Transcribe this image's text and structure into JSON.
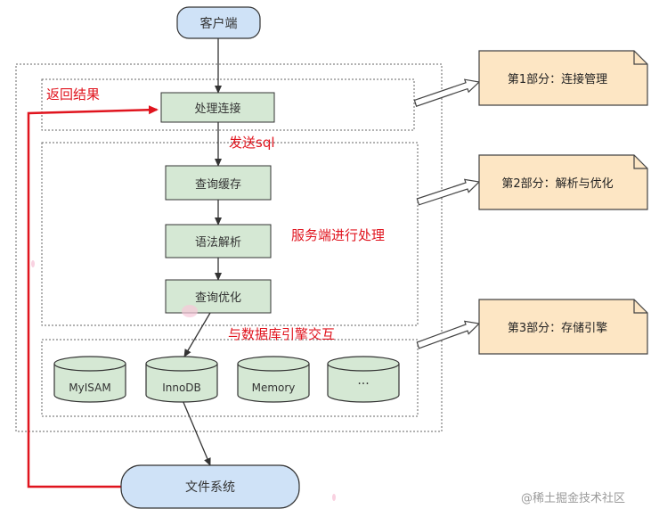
{
  "nodes": {
    "client": "客户端",
    "connect": "处理连接",
    "cache": "查询缓存",
    "parser": "语法解析",
    "optimizer": "查询优化",
    "filesystem": "文件系统"
  },
  "engines": [
    "MyISAM",
    "InnoDB",
    "Memory",
    "···"
  ],
  "annotations": {
    "return_result": "返回结果",
    "send_sql": "发送sql",
    "server_process": "服务端进行处理",
    "engine_interact": "与数据库引擎交互"
  },
  "notes": {
    "part1": "第1部分：连接管理",
    "part2": "第2部分：解析与优化",
    "part3": "第3部分：存储引擎"
  },
  "watermark": "@稀土掘金技术社区",
  "colors": {
    "node_blue": "#cfe2f7",
    "node_green": "#d5e8d4",
    "note_fill": "#fde6c4",
    "annotation_red": "#e0141e",
    "stroke": "#333333"
  }
}
